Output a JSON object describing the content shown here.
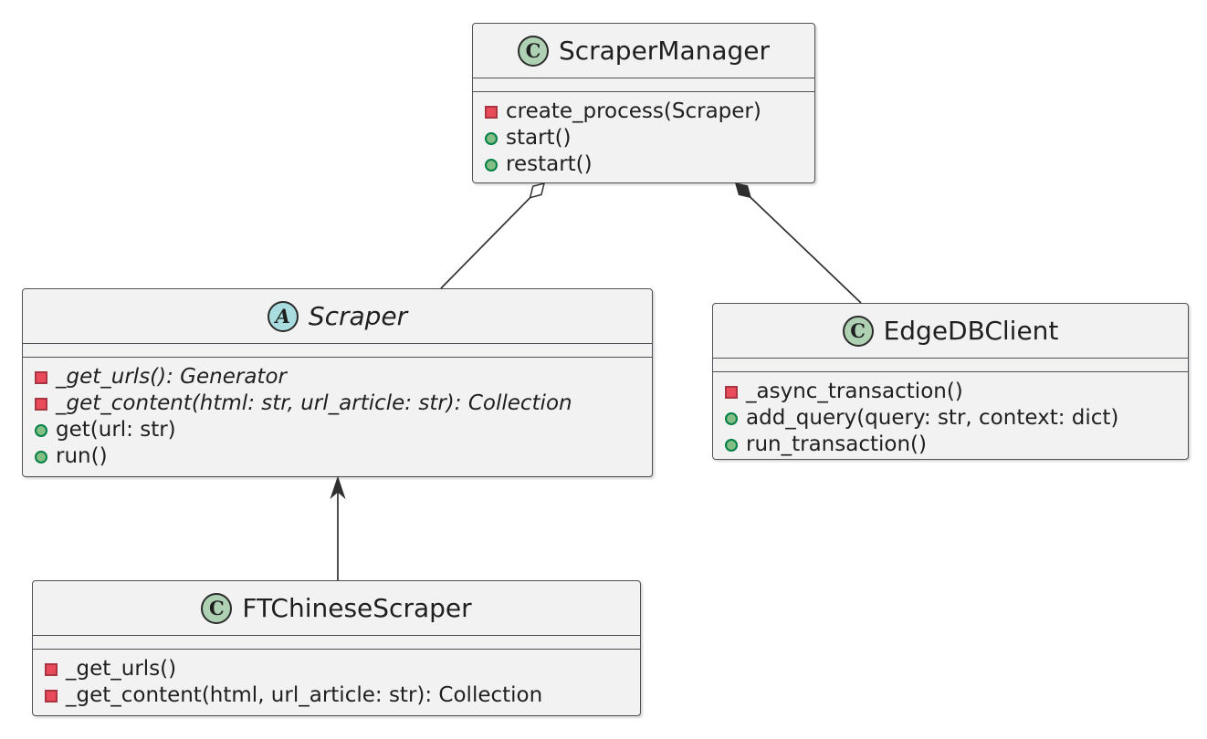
{
  "diagram_type": "uml-class-diagram",
  "colors": {
    "background": "#FFFFFF",
    "box_fill": "#F2F2F2",
    "box_border": "#4D5156",
    "text": "#1F1F1F",
    "class_spot_fill": "#ADD1B2",
    "abstract_spot_fill": "#A9DCDF",
    "spot_border": "#2B2B2B",
    "private_icon_fill": "#EA4B5B",
    "private_icon_border": "#A93442",
    "public_icon_fill": "#84BE84",
    "public_icon_border": "#038048",
    "edge_color": "#2F2F2F"
  },
  "classes": [
    {
      "name": "ScraperManager",
      "stereotype": "C",
      "kind": "class",
      "fields": [],
      "methods": [
        {
          "visibility": "private",
          "abstract": false,
          "text": "create_process(Scraper)"
        },
        {
          "visibility": "public",
          "abstract": false,
          "text": "start()"
        },
        {
          "visibility": "public",
          "abstract": false,
          "text": "restart()"
        }
      ]
    },
    {
      "name": "Scraper",
      "stereotype": "A",
      "kind": "abstract",
      "fields": [],
      "methods": [
        {
          "visibility": "private",
          "abstract": true,
          "text": "_get_urls(): Generator"
        },
        {
          "visibility": "private",
          "abstract": true,
          "text": "_get_content(html: str, url_article: str): Collection"
        },
        {
          "visibility": "public",
          "abstract": false,
          "text": "get(url: str)"
        },
        {
          "visibility": "public",
          "abstract": false,
          "text": "run()"
        }
      ]
    },
    {
      "name": "EdgeDBClient",
      "stereotype": "C",
      "kind": "class",
      "fields": [],
      "methods": [
        {
          "visibility": "private",
          "abstract": false,
          "text": "_async_transaction()"
        },
        {
          "visibility": "public",
          "abstract": false,
          "text": "add_query(query: str, context: dict)"
        },
        {
          "visibility": "public",
          "abstract": false,
          "text": "run_transaction()"
        }
      ]
    },
    {
      "name": "FTChineseScraper",
      "stereotype": "C",
      "kind": "class",
      "fields": [],
      "methods": [
        {
          "visibility": "private",
          "abstract": false,
          "text": "_get_urls()"
        },
        {
          "visibility": "private",
          "abstract": false,
          "text": "_get_content(html, url_article: str): Collection"
        }
      ]
    }
  ],
  "relationships": [
    {
      "from": "Scraper",
      "to": "ScraperManager",
      "type": "aggregation"
    },
    {
      "from": "EdgeDBClient",
      "to": "ScraperManager",
      "type": "composition"
    },
    {
      "from": "FTChineseScraper",
      "to": "Scraper",
      "type": "association-arrow"
    }
  ]
}
